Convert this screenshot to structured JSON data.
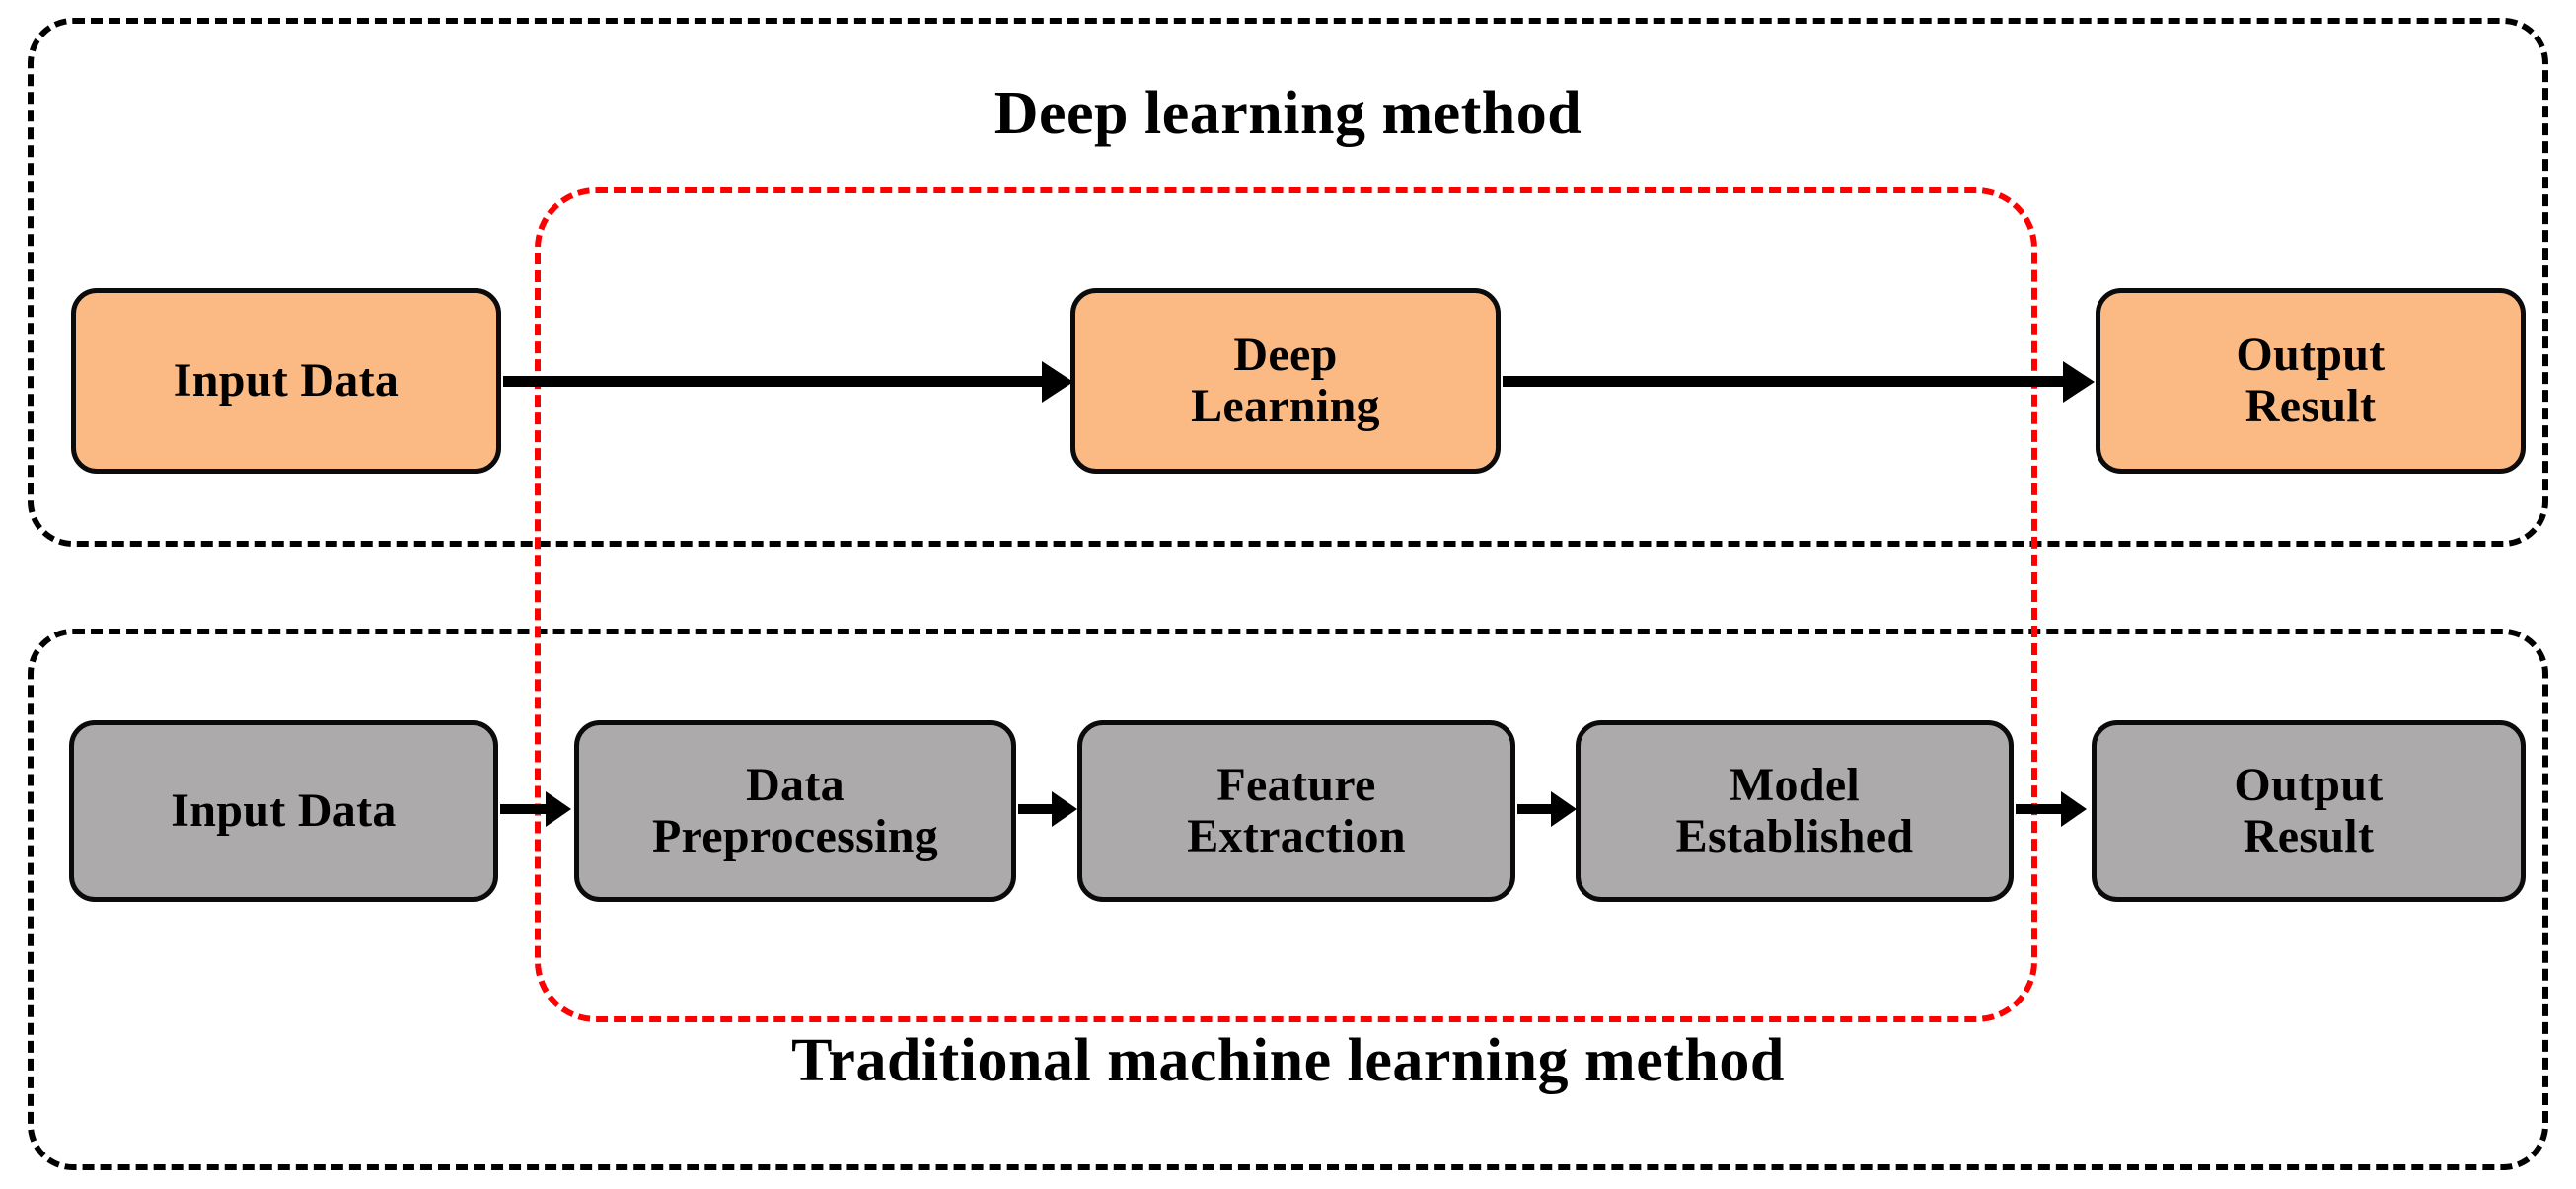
{
  "figure": {
    "type": "flow-diagram",
    "background_color": "#ffffff"
  },
  "groups": [
    {
      "id": "deep",
      "title": "Deep learning method",
      "border_style": "dashed",
      "border_color": "#000000",
      "node_fill": "#fbba83"
    },
    {
      "id": "traditional",
      "title": "Traditional machine learning method",
      "border_style": "dashed",
      "border_color": "#000000",
      "node_fill": "#acaaaa"
    }
  ],
  "highlight": {
    "label": "red-dashed-region",
    "border_color": "#ff0000",
    "border_style": "dashed"
  },
  "deep_row": {
    "nodes": [
      {
        "id": "deep-input",
        "lines": [
          "Input Data"
        ]
      },
      {
        "id": "deep-model",
        "lines": [
          "Deep",
          "Learning"
        ]
      },
      {
        "id": "deep-output",
        "lines": [
          "Output",
          "Result"
        ]
      }
    ],
    "arrows": [
      {
        "from": "deep-input",
        "to": "deep-model"
      },
      {
        "from": "deep-model",
        "to": "deep-output"
      }
    ]
  },
  "traditional_row": {
    "nodes": [
      {
        "id": "trad-input",
        "lines": [
          "Input Data"
        ]
      },
      {
        "id": "trad-prep",
        "lines": [
          "Data",
          "Preprocessing"
        ]
      },
      {
        "id": "trad-feature",
        "lines": [
          "Feature",
          "Extraction"
        ]
      },
      {
        "id": "trad-model",
        "lines": [
          "Model",
          "Established"
        ]
      },
      {
        "id": "trad-output",
        "lines": [
          "Output",
          "Result"
        ]
      }
    ],
    "arrows": [
      {
        "from": "trad-input",
        "to": "trad-prep"
      },
      {
        "from": "trad-prep",
        "to": "trad-feature"
      },
      {
        "from": "trad-feature",
        "to": "trad-model"
      },
      {
        "from": "trad-model",
        "to": "trad-output"
      }
    ]
  }
}
